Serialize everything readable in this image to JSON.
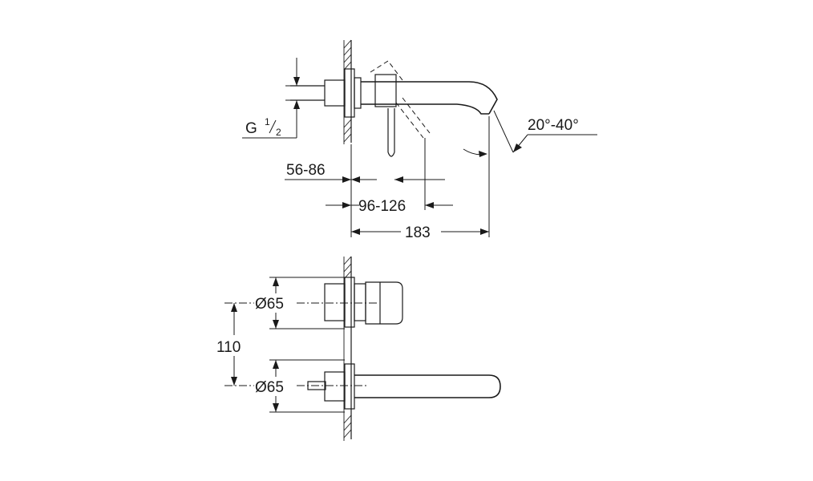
{
  "dimensions": {
    "thread": "G",
    "thread_num": "1",
    "thread_den": "2",
    "wall_depth": "56-86",
    "lever_offset": "96-126",
    "spout_length": "183",
    "spout_angle": "20°-40°",
    "handle_diameter": "Ø65",
    "spout_diameter": "Ø65",
    "center_distance": "110"
  }
}
